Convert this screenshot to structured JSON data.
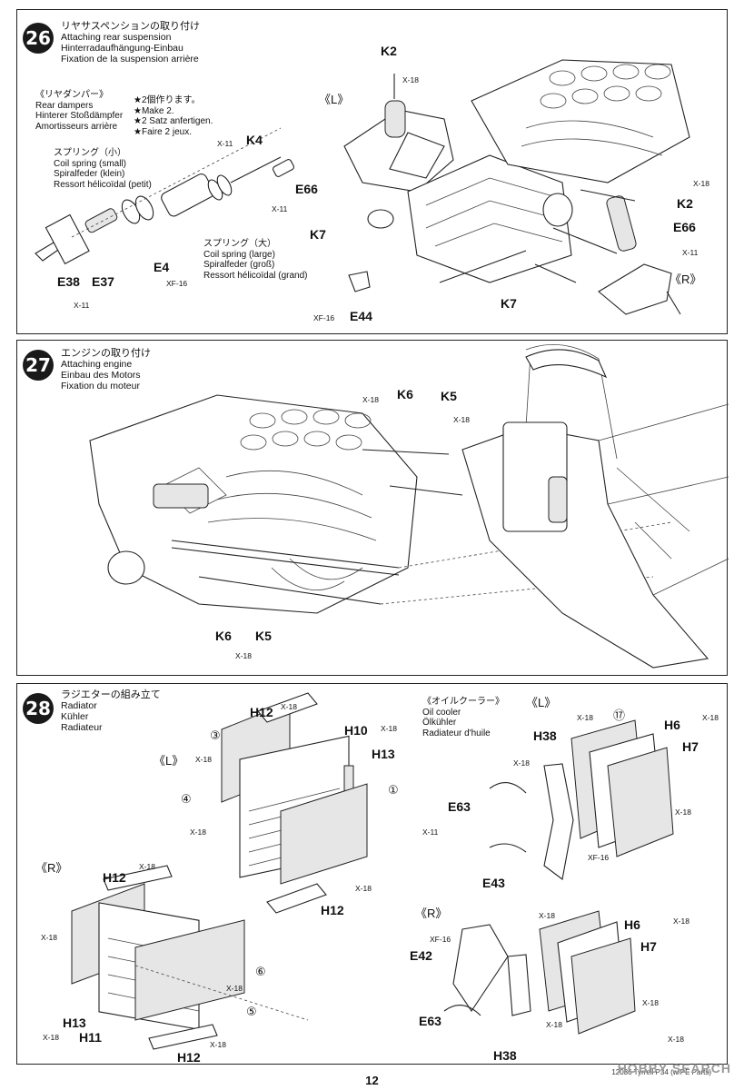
{
  "steps": [
    {
      "number": "26",
      "title_jp": "リヤサスペンションの取り付け",
      "title_en": "Attaching rear suspension",
      "title_de": "Hinterradaufhängung-Einbau",
      "title_fr": "Fixation de la suspension arrière",
      "sub": {
        "jp": "《リヤダンパー》",
        "en": "Rear dampers",
        "de": "Hinterer Stoßdämpfer",
        "fr": "Amortisseurs arrière",
        "make_jp": "★2個作ります。",
        "make_en": "★Make 2.",
        "make_de": "★2 Satz anfertigen.",
        "make_fr": "★Faire 2 jeux."
      },
      "spring_small": {
        "jp": "スプリング（小）",
        "en": "Coil spring (small)",
        "de": "Spiralfeder (klein)",
        "fr": "Ressort hélicoïdal (petit)"
      },
      "spring_large": {
        "jp": "スプリング（大）",
        "en": "Coil spring (large)",
        "de": "Spiralfeder (groß)",
        "fr": "Ressort hélicoïdal (grand)"
      },
      "labels": {
        "k4": "K4",
        "x11_a": "X-11",
        "e4": "E4",
        "xf16_a": "XF-16",
        "e38": "E38",
        "e37": "E37",
        "x11_b": "X-11",
        "k2_top": "K2",
        "x18_top": "X-18",
        "left": "《L》",
        "e66_l": "E66",
        "x11_c": "X-11",
        "k7_l": "K7",
        "xf16_b": "XF-16",
        "e44": "E44",
        "x18_r": "X-18",
        "k2_r": "K2",
        "e66_r": "E66",
        "x11_d": "X-11",
        "k7_r": "K7",
        "right": "《R》"
      }
    },
    {
      "number": "27",
      "title_jp": "エンジンの取り付け",
      "title_en": "Attaching engine",
      "title_de": "Einbau des Motors",
      "title_fr": "Fixation du moteur",
      "labels": {
        "x18_a": "X-18",
        "k6_a": "K6",
        "k5_a": "K5",
        "x18_b": "X-18",
        "k6_b": "K6",
        "k5_b": "K5",
        "x18_c": "X-18"
      }
    },
    {
      "number": "28",
      "title_jp": "ラジエターの組み立て",
      "title_en": "Radiator",
      "title_de": "Kühler",
      "title_fr": "Radiateur",
      "oil": {
        "jp": "《オイルクーラー》",
        "en": "Oil cooler",
        "de": "Ölkühler",
        "fr": "Radiateur d'huile"
      },
      "labels": {
        "h12_top": "H12",
        "x18_1": "X-18",
        "h10": "H10",
        "x18_2": "X-18",
        "h13": "H13",
        "left": "《L》",
        "x18_3": "X-18",
        "x18_4": "X-18",
        "h12_mid": "H12",
        "x18_5": "X-18",
        "right": "《R》",
        "h12_r": "H12",
        "x18_6": "X-18",
        "x18_7": "X-18",
        "h13_r": "H13",
        "x18_8": "X-18",
        "h11": "H11",
        "h12_bot": "H12",
        "x18_9": "X-18",
        "x18_10": "X-18",
        "oil_left": "《L》",
        "x18_11": "X-18",
        "h38": "H38",
        "h6": "H6",
        "x18_12": "X-18",
        "h7": "H7",
        "x18_13": "X-18",
        "e63": "E63",
        "x11_e": "X-11",
        "x18_14": "X-18",
        "xf16_c": "XF-16",
        "e43": "E43",
        "oil_right": "《R》",
        "x18_15": "X-18",
        "xf16_d": "XF-16",
        "h6_r": "H6",
        "x18_16": "X-18",
        "e42": "E42",
        "h7_r": "H7",
        "x18_17": "X-18",
        "e63_r": "E63",
        "x18_18": "X-18",
        "h38_r": "H38",
        "x18_19": "X-18",
        "c1": "①",
        "c3": "③",
        "c4": "④",
        "c5": "⑤",
        "c6": "⑥",
        "c17": "⑰"
      }
    }
  ],
  "page_number": "12",
  "footer_text": "12036 Tyrrell P34 (w/PE Parts)",
  "watermark": "HOBBY SEARCH"
}
